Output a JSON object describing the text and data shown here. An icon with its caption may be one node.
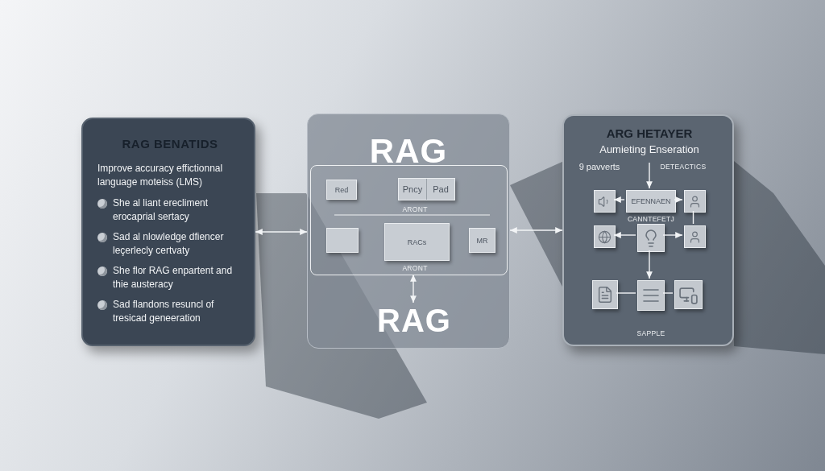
{
  "diagram": {
    "nodes": [
      {
        "text": [
          "RAG BENATIDS",
          "Improve accuracy effictionnal language moteiss (LMS)",
          "She al liant erecliment erocaprial sertacy",
          "Sad al nlowledge dfiencer leçerlecly certvaty",
          "She flor RAG enpartent and thie austeracy",
          "Sad flandons resuncl of tresicad geneeration"
        ]
      },
      {
        "text": [
          "RAG"
        ]
      },
      {
        "text": [
          "ARONT",
          "ARONT"
        ],
        "in": 1
      },
      {
        "text": [
          "Red"
        ],
        "in": 2
      },
      {
        "text": [
          "Pncy",
          "Pad"
        ],
        "in": 2
      },
      {
        "text": [],
        "shape": "box",
        "in": 2
      },
      {
        "text": [
          "RACs"
        ],
        "in": 2
      },
      {
        "text": [
          "MR"
        ],
        "in": 2
      },
      {
        "text": [
          "RAG"
        ],
        "in": 1
      },
      {
        "text": [
          "ARG HETAYER",
          "Aumieting Enseration",
          "9 pavverts",
          "DETEACTICS",
          "CANNTEFETJ",
          "SAPPLE"
        ]
      },
      {
        "text": [],
        "shape": "picture",
        "in": 9
      },
      {
        "text": [
          "EFENNAEN"
        ],
        "in": 9
      },
      {
        "text": [],
        "shape": "picture",
        "in": 9
      },
      {
        "text": [],
        "shape": "picture",
        "in": 9
      },
      {
        "text": [],
        "shape": "picture",
        "in": 9
      },
      {
        "text": [],
        "shape": "picture",
        "in": 9
      },
      {
        "text": [],
        "shape": "picture",
        "in": 9
      },
      {
        "text": [],
        "shape": "picture",
        "in": 9
      },
      {
        "text": [],
        "shape": "picture",
        "in": 9
      }
    ],
    "edges": [
      {
        "from": 0,
        "to": 1,
        "arrow": "both"
      },
      {
        "from": 1,
        "to": 9,
        "arrow": "both"
      },
      {
        "from": 2,
        "to": 8,
        "arrow": "both"
      },
      {
        "from": null,
        "to": 11,
        "arrow": "to"
      },
      {
        "from": 11,
        "to": 10,
        "arrow": "to"
      },
      {
        "from": 11,
        "to": 12,
        "arrow": "to"
      },
      {
        "from": 12,
        "to": 15,
        "arrow": "none"
      },
      {
        "from": 14,
        "to": 13,
        "arrow": "to"
      },
      {
        "from": 14,
        "to": 15,
        "arrow": "to"
      },
      {
        "from": 14,
        "to": 17,
        "arrow": "to"
      },
      {
        "from": 16,
        "to": 17,
        "arrow": "none"
      },
      {
        "from": 17,
        "to": 18,
        "arrow": "none"
      }
    ]
  }
}
